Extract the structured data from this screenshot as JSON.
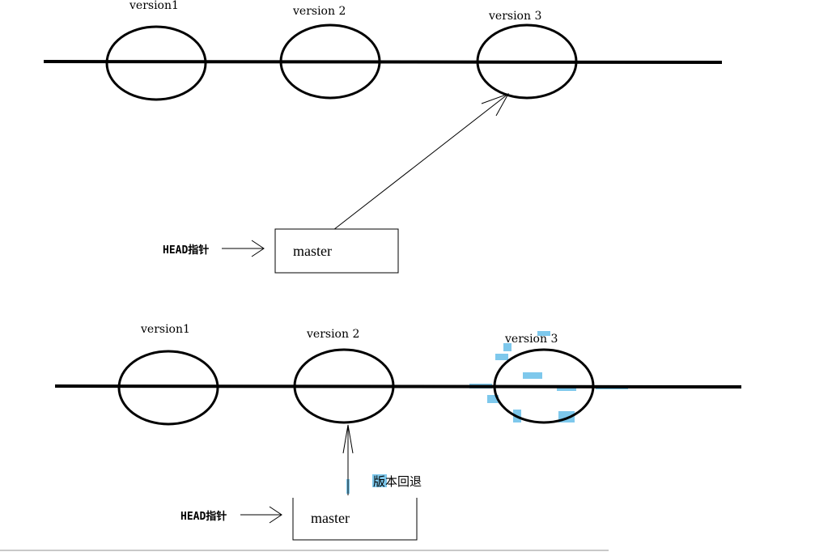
{
  "top": {
    "versions": [
      "version1",
      "version 2",
      "version 3"
    ],
    "head_label": "HEAD指针",
    "branch_label": "master"
  },
  "bottom": {
    "versions": [
      "version1",
      "version 2",
      "version 3"
    ],
    "head_label": "HEAD指针",
    "branch_label": "master",
    "rollback_label": "版本回退"
  },
  "colors": {
    "line": "#000000",
    "highlight": "#7ec8ec"
  }
}
